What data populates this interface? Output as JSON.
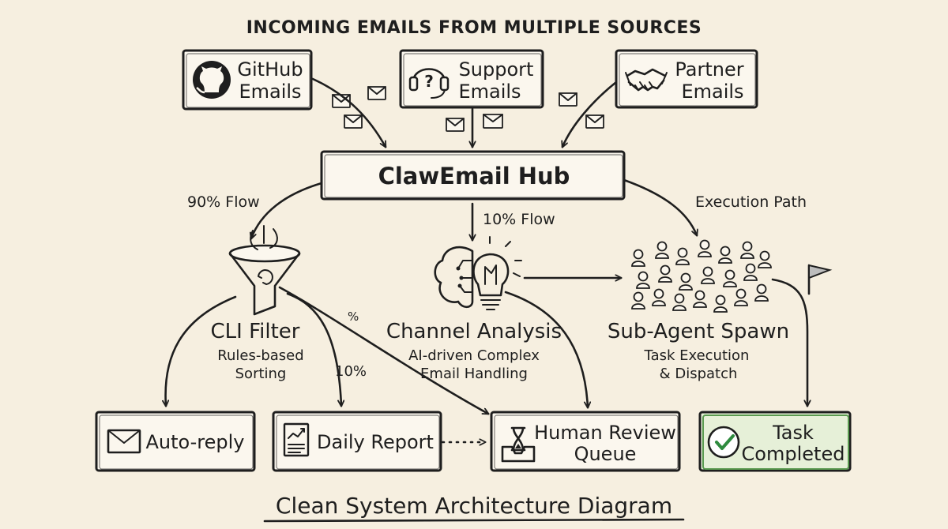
{
  "header": {
    "title": "INCOMING EMAILS FROM MULTIPLE SOURCES"
  },
  "sources": [
    {
      "line1": "GitHub",
      "line2": "Emails",
      "icon": "github-icon"
    },
    {
      "line1": "Support",
      "line2": "Emails",
      "icon": "headset-question-icon"
    },
    {
      "line1": "Partner",
      "line2": "Emails",
      "icon": "handshake-icon"
    }
  ],
  "hub": {
    "label": "ClawEmail Hub"
  },
  "flows": {
    "left": "90% Flow",
    "center": "10% Flow",
    "right": "Execution Path",
    "mid_pct": "%",
    "mid_10": "10%"
  },
  "nodes": {
    "filter": {
      "title": "CLI Filter",
      "sub1": "Rules-based",
      "sub2": "Sorting",
      "icon": "funnel-icon"
    },
    "analysis": {
      "title": "Channel Analysis",
      "sub1": "AI-driven Complex",
      "sub2": "Email Handling",
      "icon": "brain-bulb-icon"
    },
    "spawn": {
      "title": "Sub-Agent Spawn",
      "sub1": "Task Execution",
      "sub2": "& Dispatch",
      "icon": "agents-crowd-icon"
    }
  },
  "outputs": [
    {
      "line1": "Auto-reply",
      "icon": "envelope-icon"
    },
    {
      "line1": "Daily Report",
      "icon": "report-chart-icon"
    },
    {
      "line1": "Human Review",
      "line2": "Queue",
      "icon": "hourglass-inbox-icon"
    },
    {
      "line1": "Task",
      "line2": "Completed",
      "icon": "check-circle-icon"
    }
  ],
  "footer": {
    "caption": "Clean System Architecture Diagram"
  },
  "colors": {
    "background": "#f6efe0",
    "ink": "#1e1e1e",
    "completed_fill": "#e6f0d8",
    "completed_border": "#5a9a50"
  }
}
